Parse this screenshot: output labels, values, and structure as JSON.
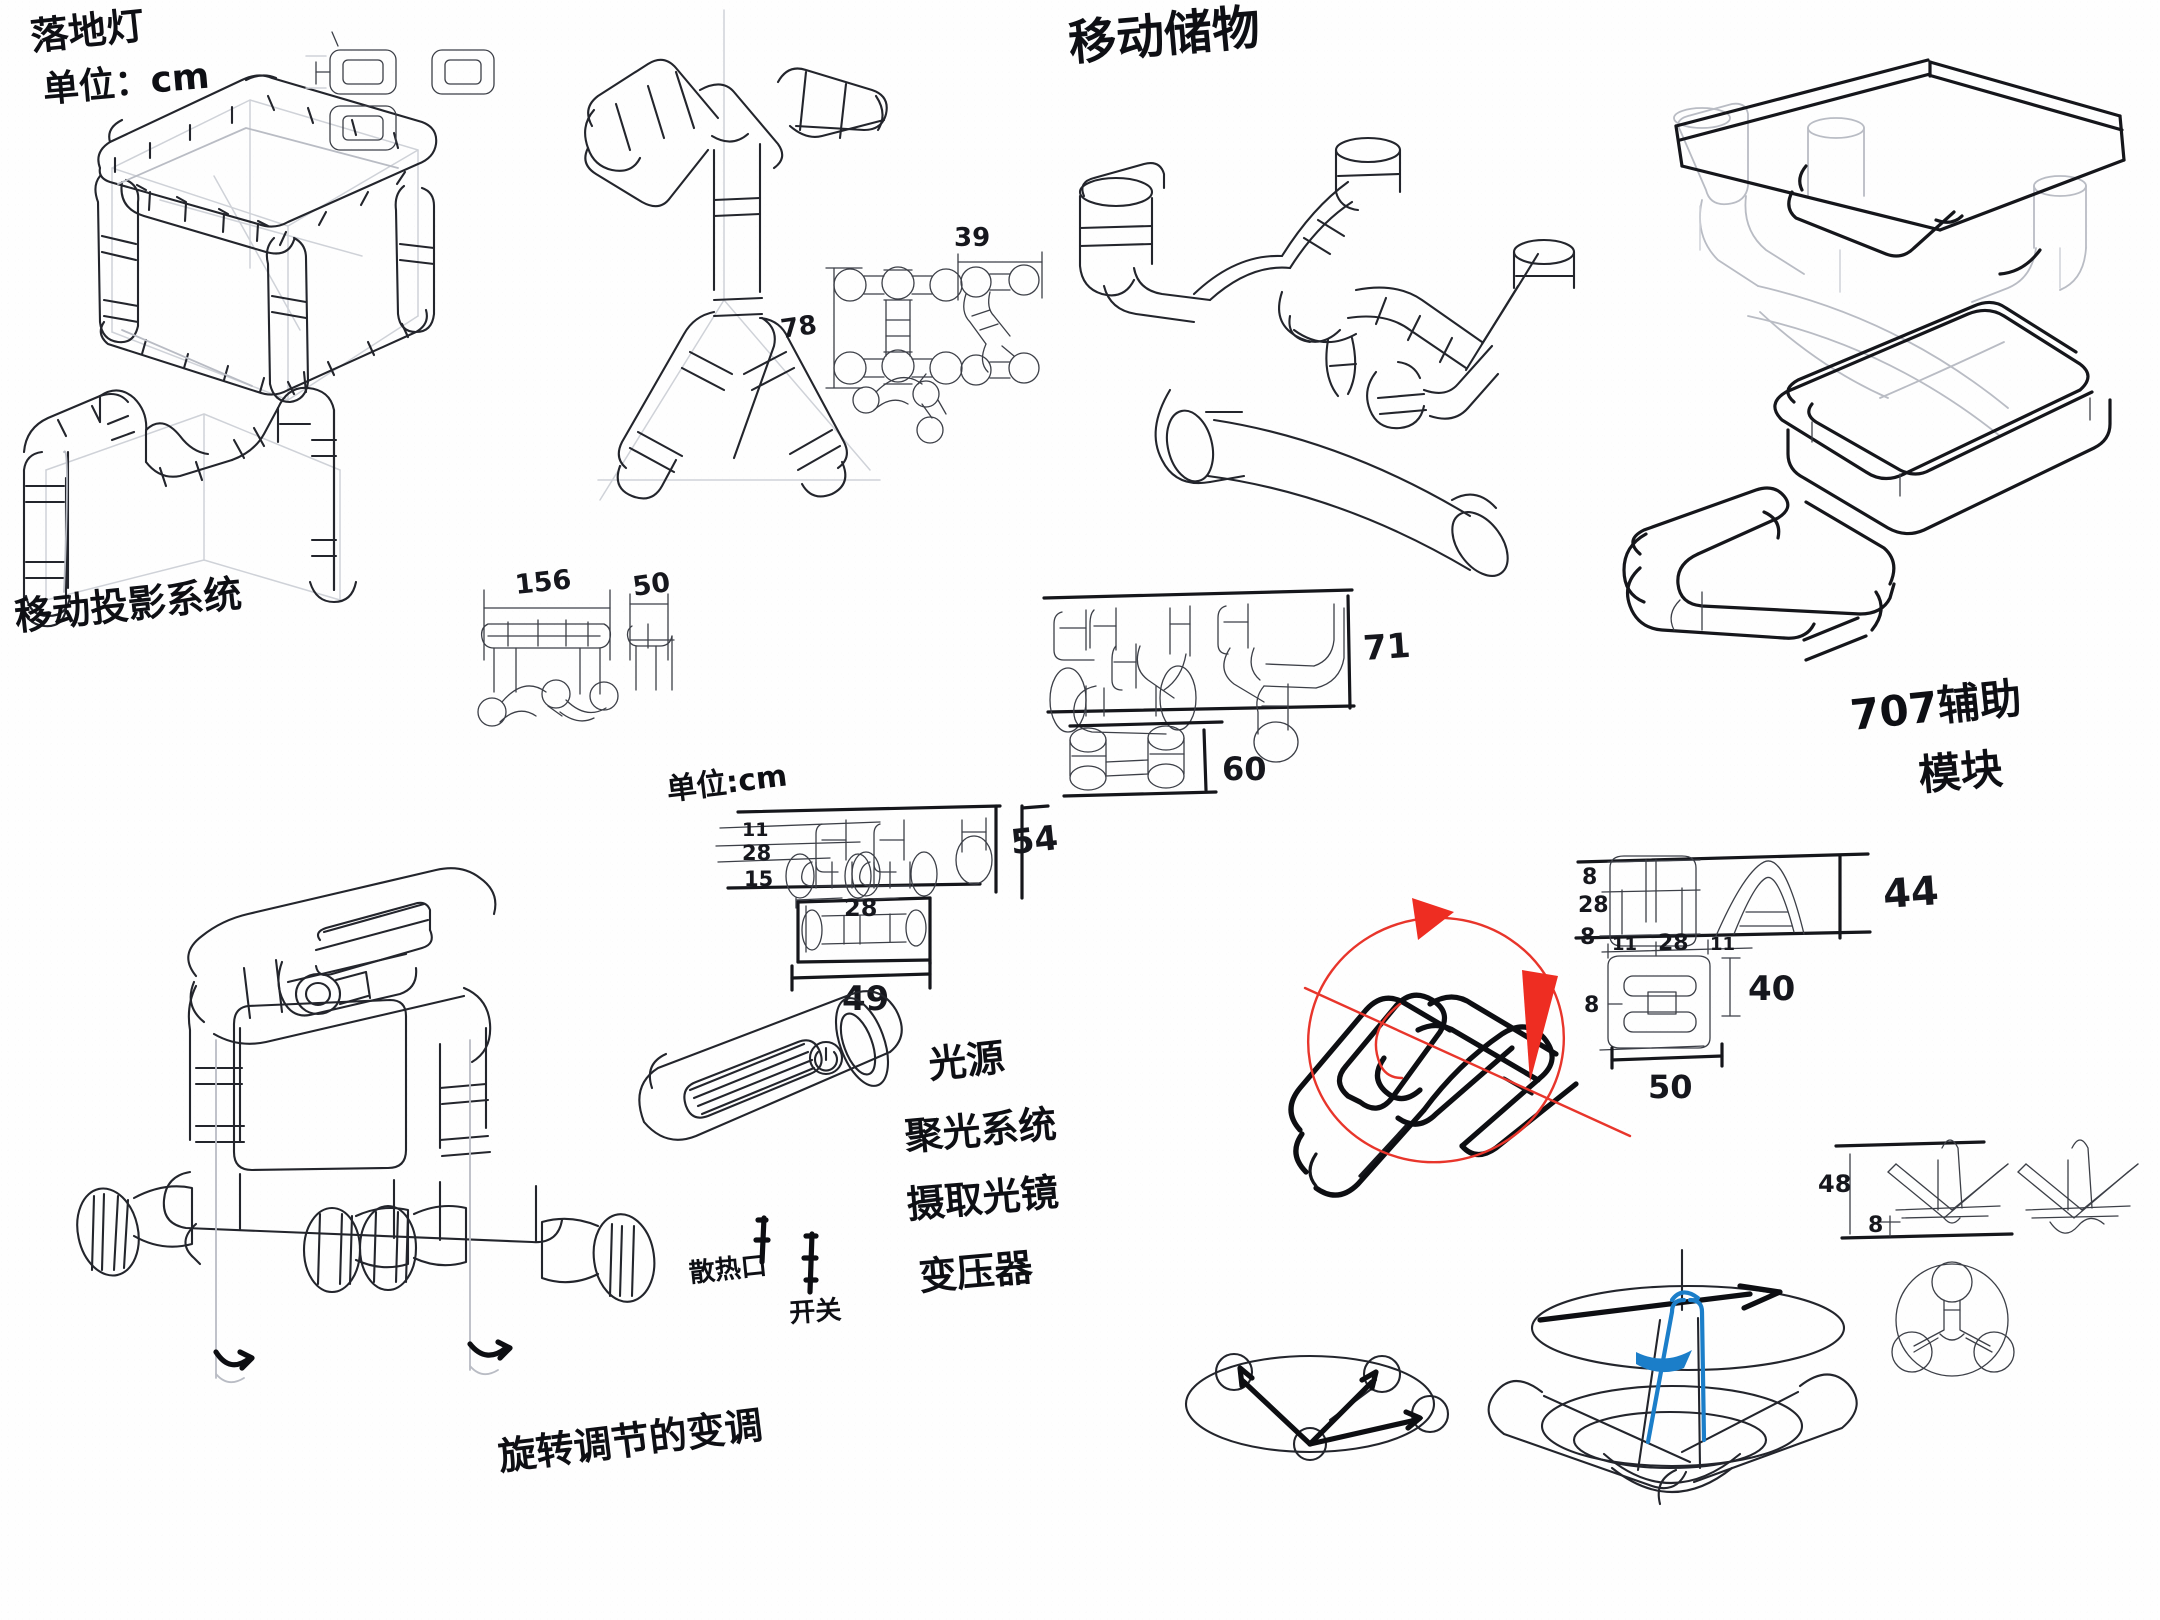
{
  "page": {
    "kind": "hand-drawn-industrial-design-sketch-sheet",
    "background_color": "#fefefe",
    "ink_color": "#15161b",
    "accent_red": "#e8352b",
    "accent_blue": "#1b7ec9",
    "ghost_color": "#b9bcc4"
  },
  "annotations": {
    "title_top_left_line1": "落地灯",
    "title_top_left_line2": "单位：cm",
    "title_top_right": "移动储物",
    "title_mid_left": "移动投影系统",
    "unit_note_center": "单位:cm",
    "label_707_line1": "707辅助",
    "label_707_line2": "模块",
    "light_source_block": [
      "光源",
      "聚光系统",
      "摄取光镜",
      "变压器"
    ],
    "vent_label": "散热口",
    "switch_label": "开关",
    "rotation_note": "旋转调节的变调"
  },
  "dimensions": {
    "tee_height": "78",
    "elbow_width": "39",
    "bar_length": "156",
    "bar_drop": "50",
    "bracket_71": "71",
    "bracket_60": "60",
    "plan_11": "11",
    "plan_28_a": "28",
    "plan_15": "15",
    "plan_54": "54",
    "plan_49": "49",
    "mod_8_a": "8",
    "mod_28_a": "28",
    "mod_8_b": "8",
    "mod_11_a": "11",
    "mod_28_b": "28",
    "mod_11_b": "11",
    "mod_8_c": "8",
    "mod_40": "40",
    "mod_50": "50",
    "mod_44": "44",
    "foot_48": "48",
    "foot_8": "8"
  },
  "drawings": [
    {
      "id": "cube-frame",
      "name": "pipe-cube-frame-perspective",
      "region": "top-left"
    },
    {
      "id": "small-connectors",
      "name": "connector-swatches",
      "region": "top-left-upper"
    },
    {
      "id": "wave-pipe",
      "name": "wave-pipe-run-perspective",
      "region": "left-upper-mid"
    },
    {
      "id": "y-joint",
      "name": "y-junction-pipe-perspective",
      "region": "top-center"
    },
    {
      "id": "tee-detail",
      "name": "tee-and-elbow-orthographic",
      "region": "top-center-right"
    },
    {
      "id": "bar-orthographic",
      "name": "bar-assembly-orthographic",
      "region": "center-left"
    },
    {
      "id": "zigzag-swatch",
      "name": "zigzag-connector-swatch",
      "region": "center-left-low"
    },
    {
      "id": "storage-rig",
      "name": "mobile-storage-pipe-rig",
      "region": "top-right-center"
    },
    {
      "id": "tray-frame",
      "name": "tray-frame-pipe-perspective",
      "region": "top-right"
    },
    {
      "id": "tray-basin",
      "name": "rounded-tray-basin",
      "region": "right-upper"
    },
    {
      "id": "strap-clip",
      "name": "strap-clip-bracket",
      "region": "right-mid"
    },
    {
      "id": "bracket-ortho",
      "name": "bracket-orthographic-views",
      "region": "center"
    },
    {
      "id": "plan-ortho",
      "name": "plan-elevation-orthographic",
      "region": "center-low"
    },
    {
      "id": "projector-rig",
      "name": "mobile-projector-pipe-rig",
      "region": "bottom-left"
    },
    {
      "id": "projector-body",
      "name": "projector-cylinder-body",
      "region": "bottom-center-left"
    },
    {
      "id": "clamp-module",
      "name": "rotating-clamp-module",
      "region": "bottom-right-center"
    },
    {
      "id": "module-ortho",
      "name": "module-orthographic-views",
      "region": "right-mid-low"
    },
    {
      "id": "foot-detail",
      "name": "tripod-foot-detail-views",
      "region": "bottom-far-right"
    },
    {
      "id": "axis-diagram",
      "name": "three-axis-rotation-diagram",
      "region": "bottom-center-right"
    },
    {
      "id": "cone-stand",
      "name": "cone-stand-rotation-diagram",
      "region": "bottom-right"
    }
  ]
}
